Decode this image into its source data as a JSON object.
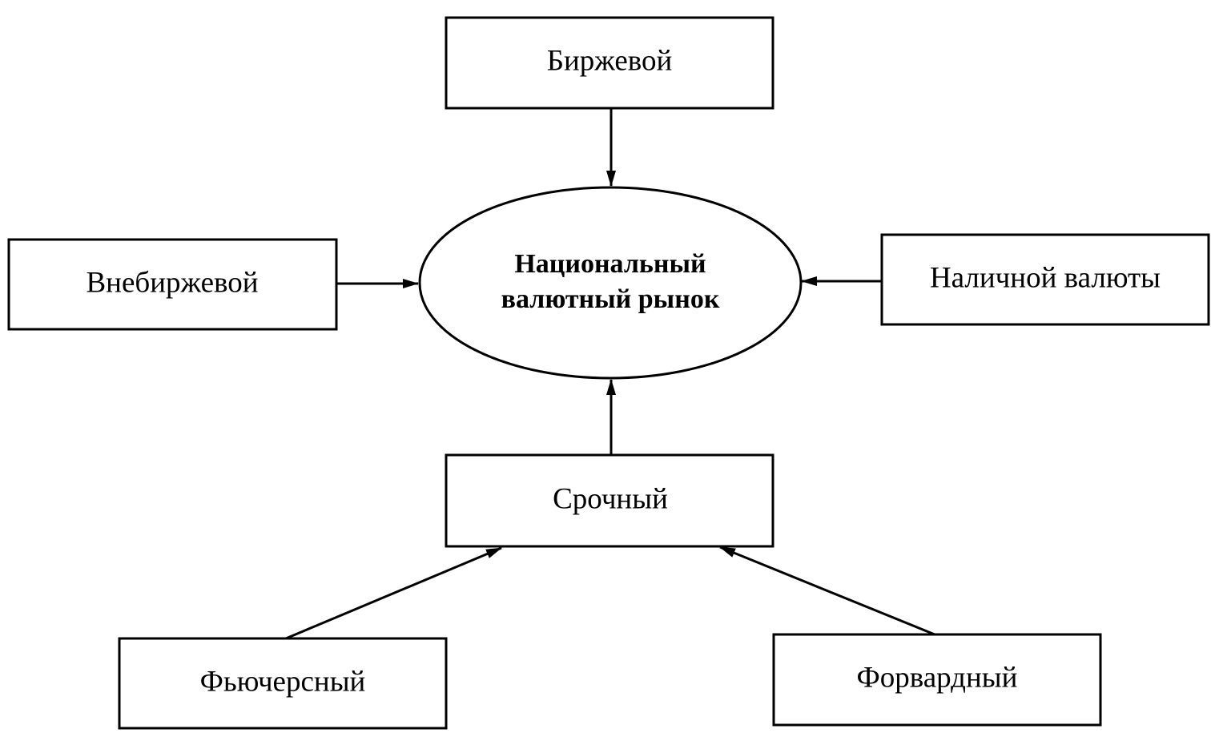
{
  "center": {
    "line1": "Национальный",
    "line2": "валютный рынок"
  },
  "nodes": {
    "exchange": "Биржевой",
    "otc": "Внебиржевой",
    "cash": "Наличной валюты",
    "term": "Срочный",
    "futures": "Фьючерсный",
    "forward": "Форвардный"
  },
  "colors": {
    "stroke": "#000000",
    "background": "#ffffff"
  }
}
